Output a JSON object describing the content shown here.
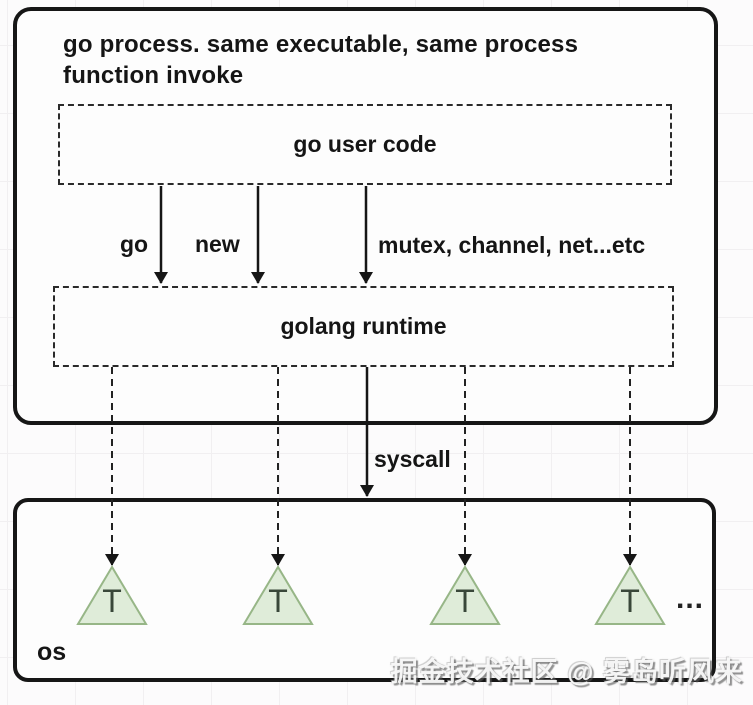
{
  "process": {
    "title_line1": "go process. same executable, same process",
    "title_line2": "function invoke",
    "user_code_label": "go user code",
    "runtime_label": "golang runtime",
    "arrow_go_label": "go",
    "arrow_new_label": "new",
    "arrow_mutex_label": "mutex, channel, net...etc"
  },
  "syscall_label": "syscall",
  "os": {
    "label": "os",
    "threads": [
      "T",
      "T",
      "T",
      "T"
    ],
    "ellipsis": "..."
  },
  "watermark": "掘金技术社区 @ 雾岛听风来",
  "colors": {
    "box_border": "#161616",
    "triangle_fill": "#dfecd9",
    "triangle_stroke": "#97b687",
    "grid_line": "#f1eff1",
    "canvas_bg": "#fcfbfc"
  }
}
